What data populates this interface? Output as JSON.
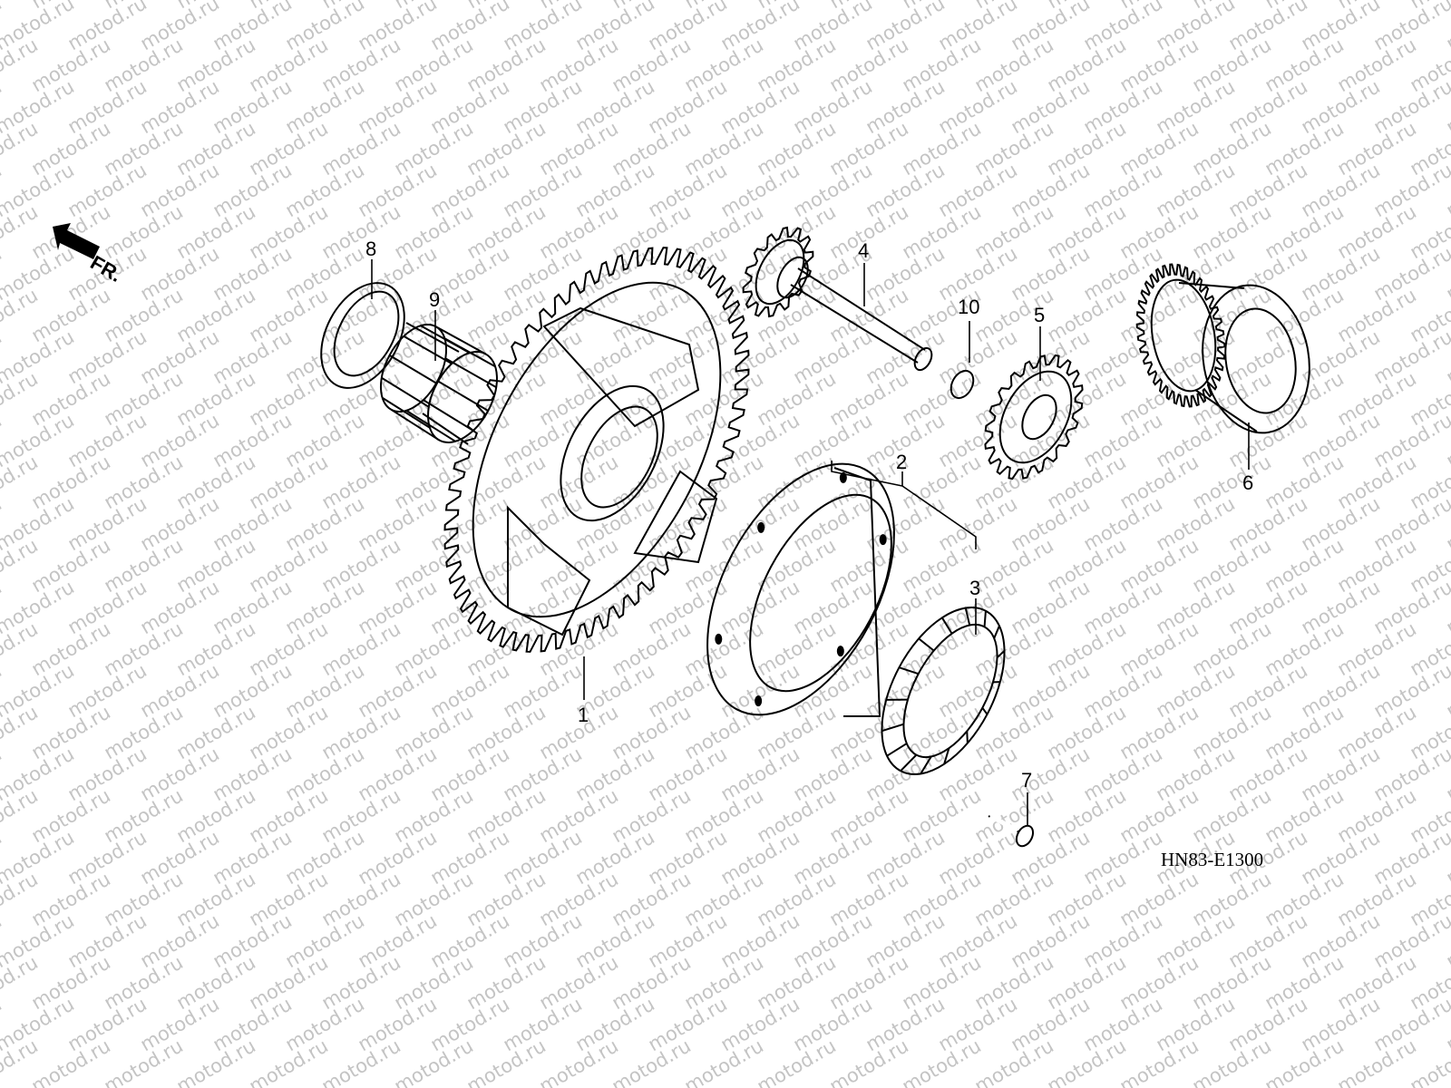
{
  "diagram": {
    "watermark_text": "motod.ru",
    "direction_label": "FR.",
    "drawing_code": "HN83-E1300",
    "callouts": [
      "1",
      "2",
      "3",
      "4",
      "5",
      "6",
      "7",
      "8",
      "9",
      "10"
    ]
  }
}
